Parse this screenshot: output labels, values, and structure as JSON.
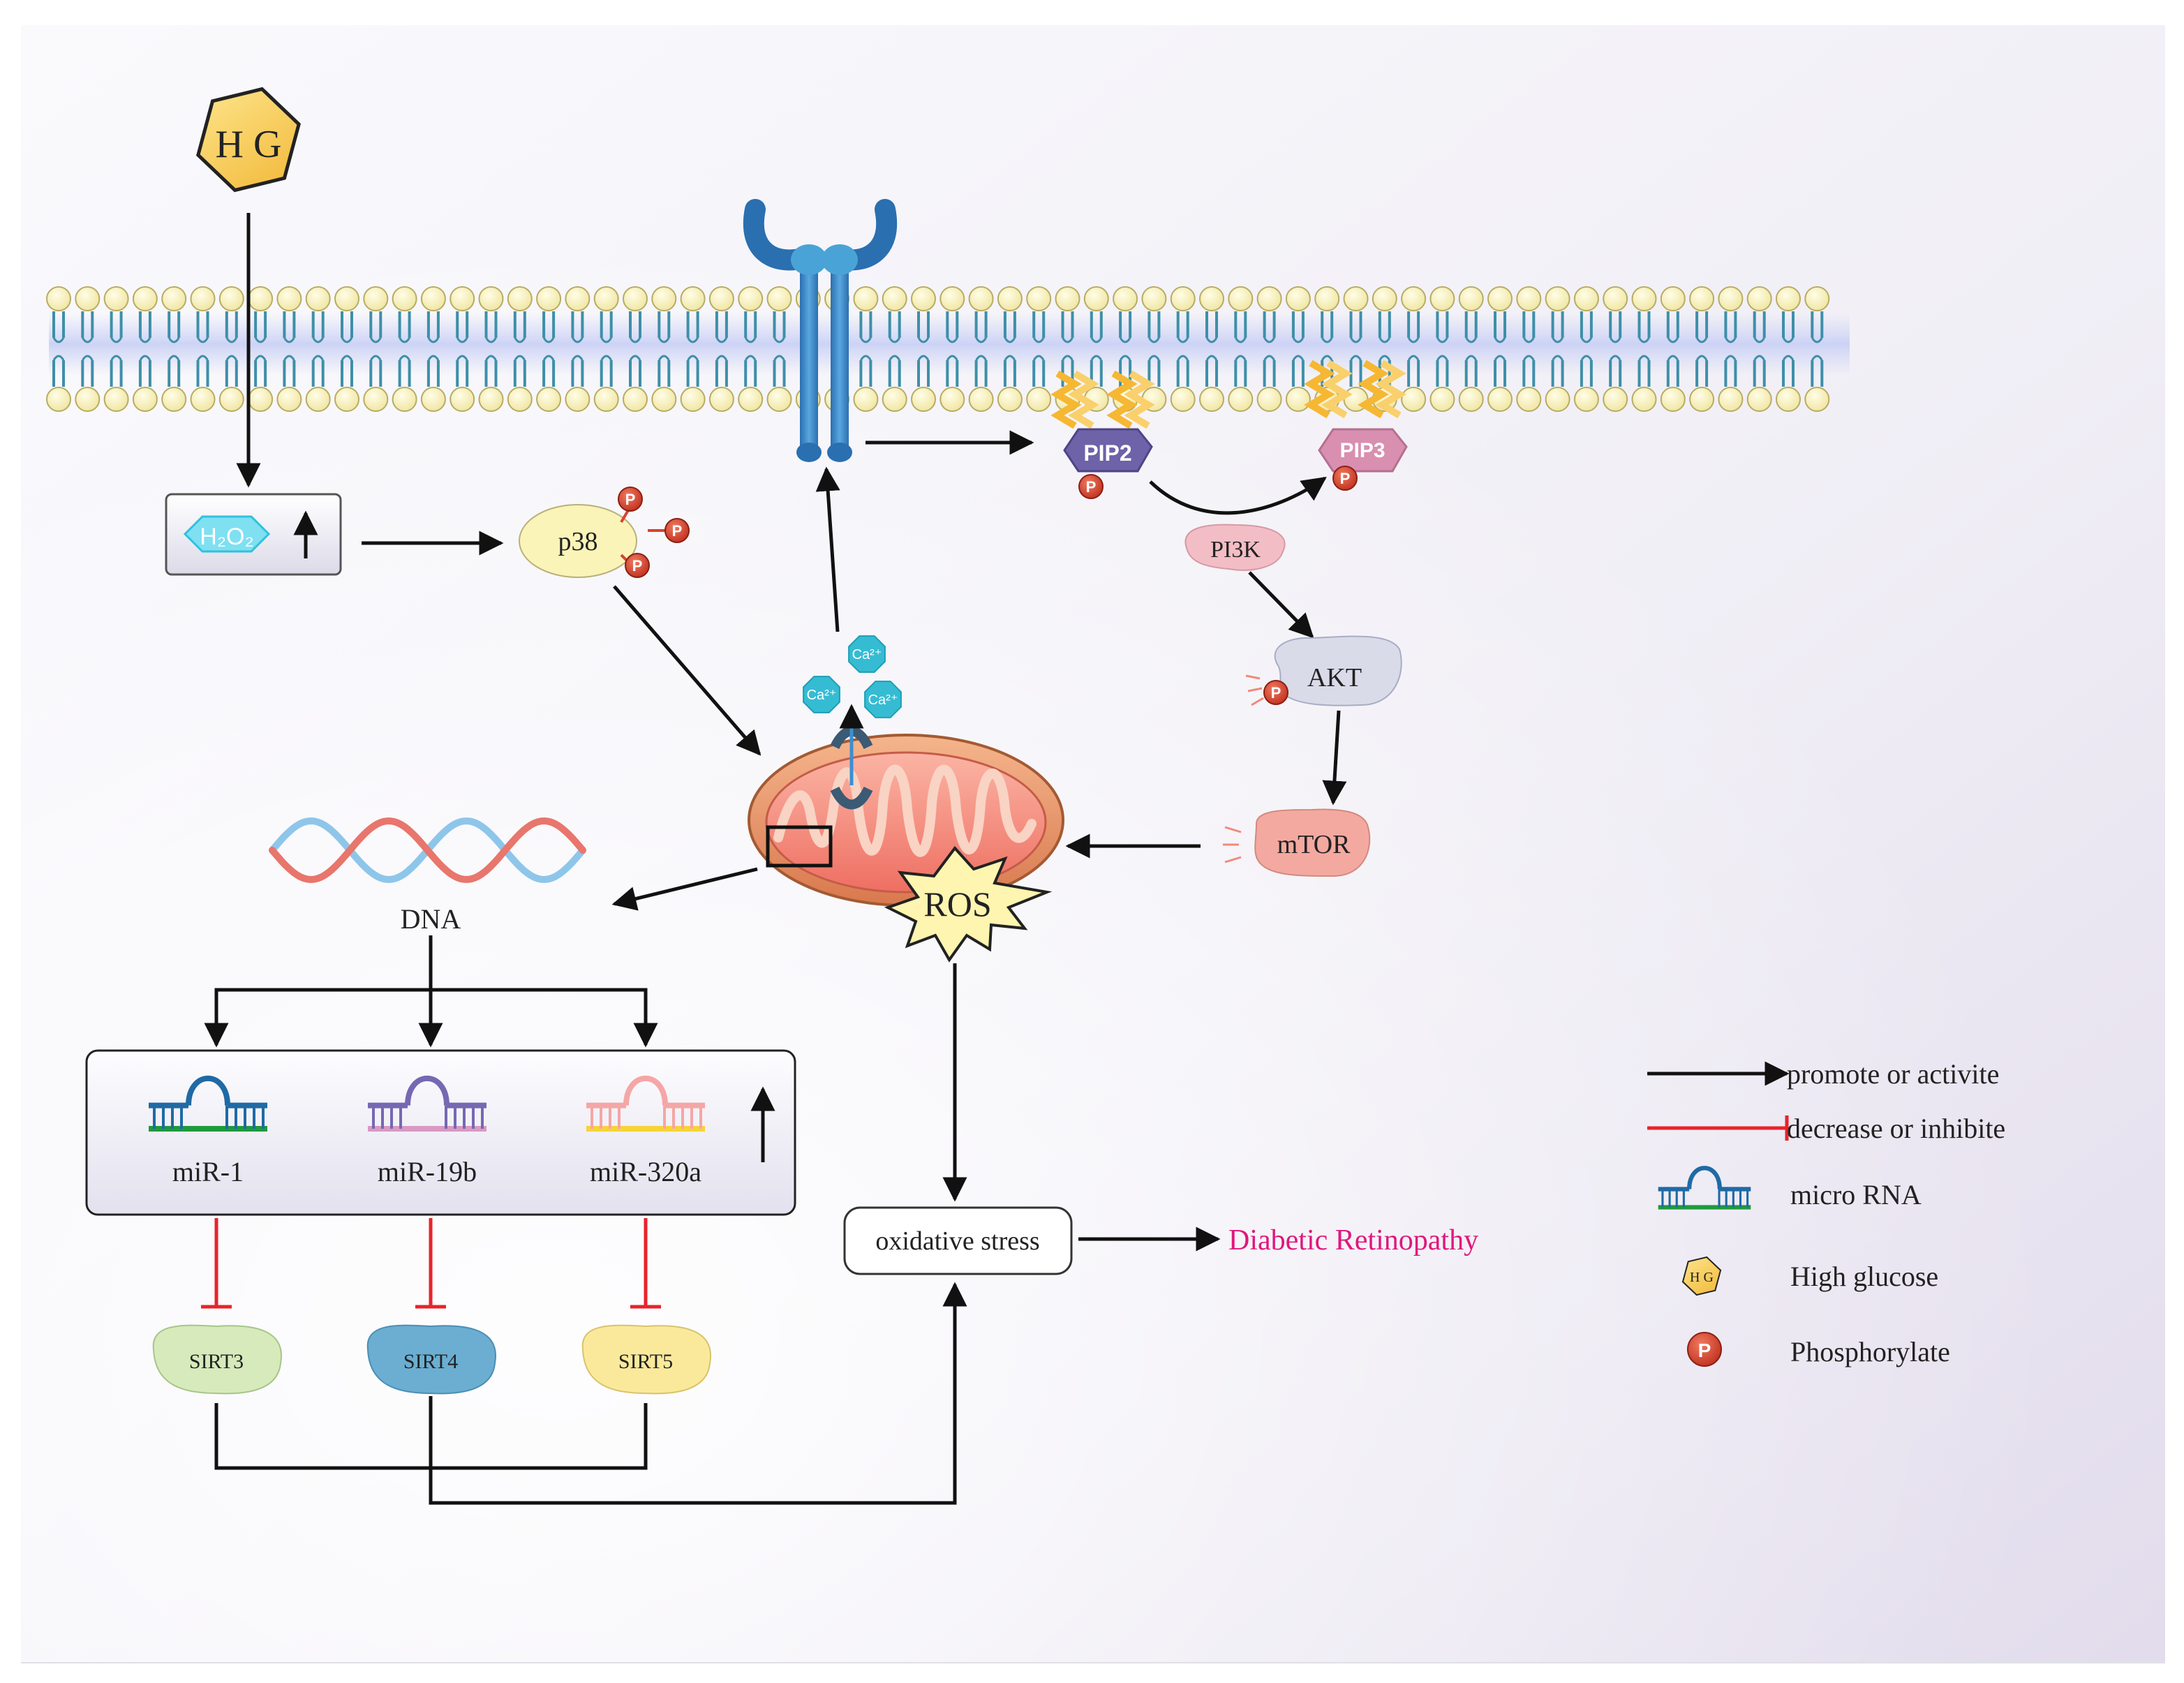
{
  "nodes": {
    "hg": "H G",
    "h2o2": "H₂O₂",
    "p38": "p38",
    "pip2": "PIP2",
    "pip3": "PIP3",
    "pi3k": "PI3K",
    "akt": "AKT",
    "mtor": "mTOR",
    "ros": "ROS",
    "dna": "DNA",
    "oxidative_stress": "oxidative stress",
    "diabetic_retinopathy": "Diabetic Retinopathy",
    "ca": "Ca²⁺",
    "phospho": "P"
  },
  "mirnas": [
    "miR-1",
    "miR-19b",
    "miR-320a"
  ],
  "sirts": [
    "SIRT3",
    "SIRT4",
    "SIRT5"
  ],
  "legend": {
    "promote": "promote or activite",
    "inhibit": "decrease or inhibite",
    "microrna": "micro RNA",
    "hg_label": "High glucose",
    "phospho_label": "Phosphorylate",
    "hg_icon": "H G"
  },
  "colors": {
    "arrow": "#111111",
    "inhibit": "#e8232a",
    "retinopathy": "#e0177c",
    "membrane_head": "#f7f0b8",
    "membrane_tail": "#3e8fa8",
    "receptor": "#3a87c8",
    "pip2": "#6e62a8",
    "pip3": "#d98fb0",
    "phospho": "#d9432f",
    "ca": "#35bcd3",
    "hg": "#f6c94a",
    "p38": "#fbf4b8",
    "pi3k": "#f3bdc6",
    "akt": "#d9dbe9",
    "mtor": "#f4a9a0",
    "sirt3": "#d6eabb",
    "sirt4": "#6baed1",
    "sirt5": "#fbe99b",
    "mito_outer": "#e6976a",
    "mito_inner": "#f1857a"
  }
}
